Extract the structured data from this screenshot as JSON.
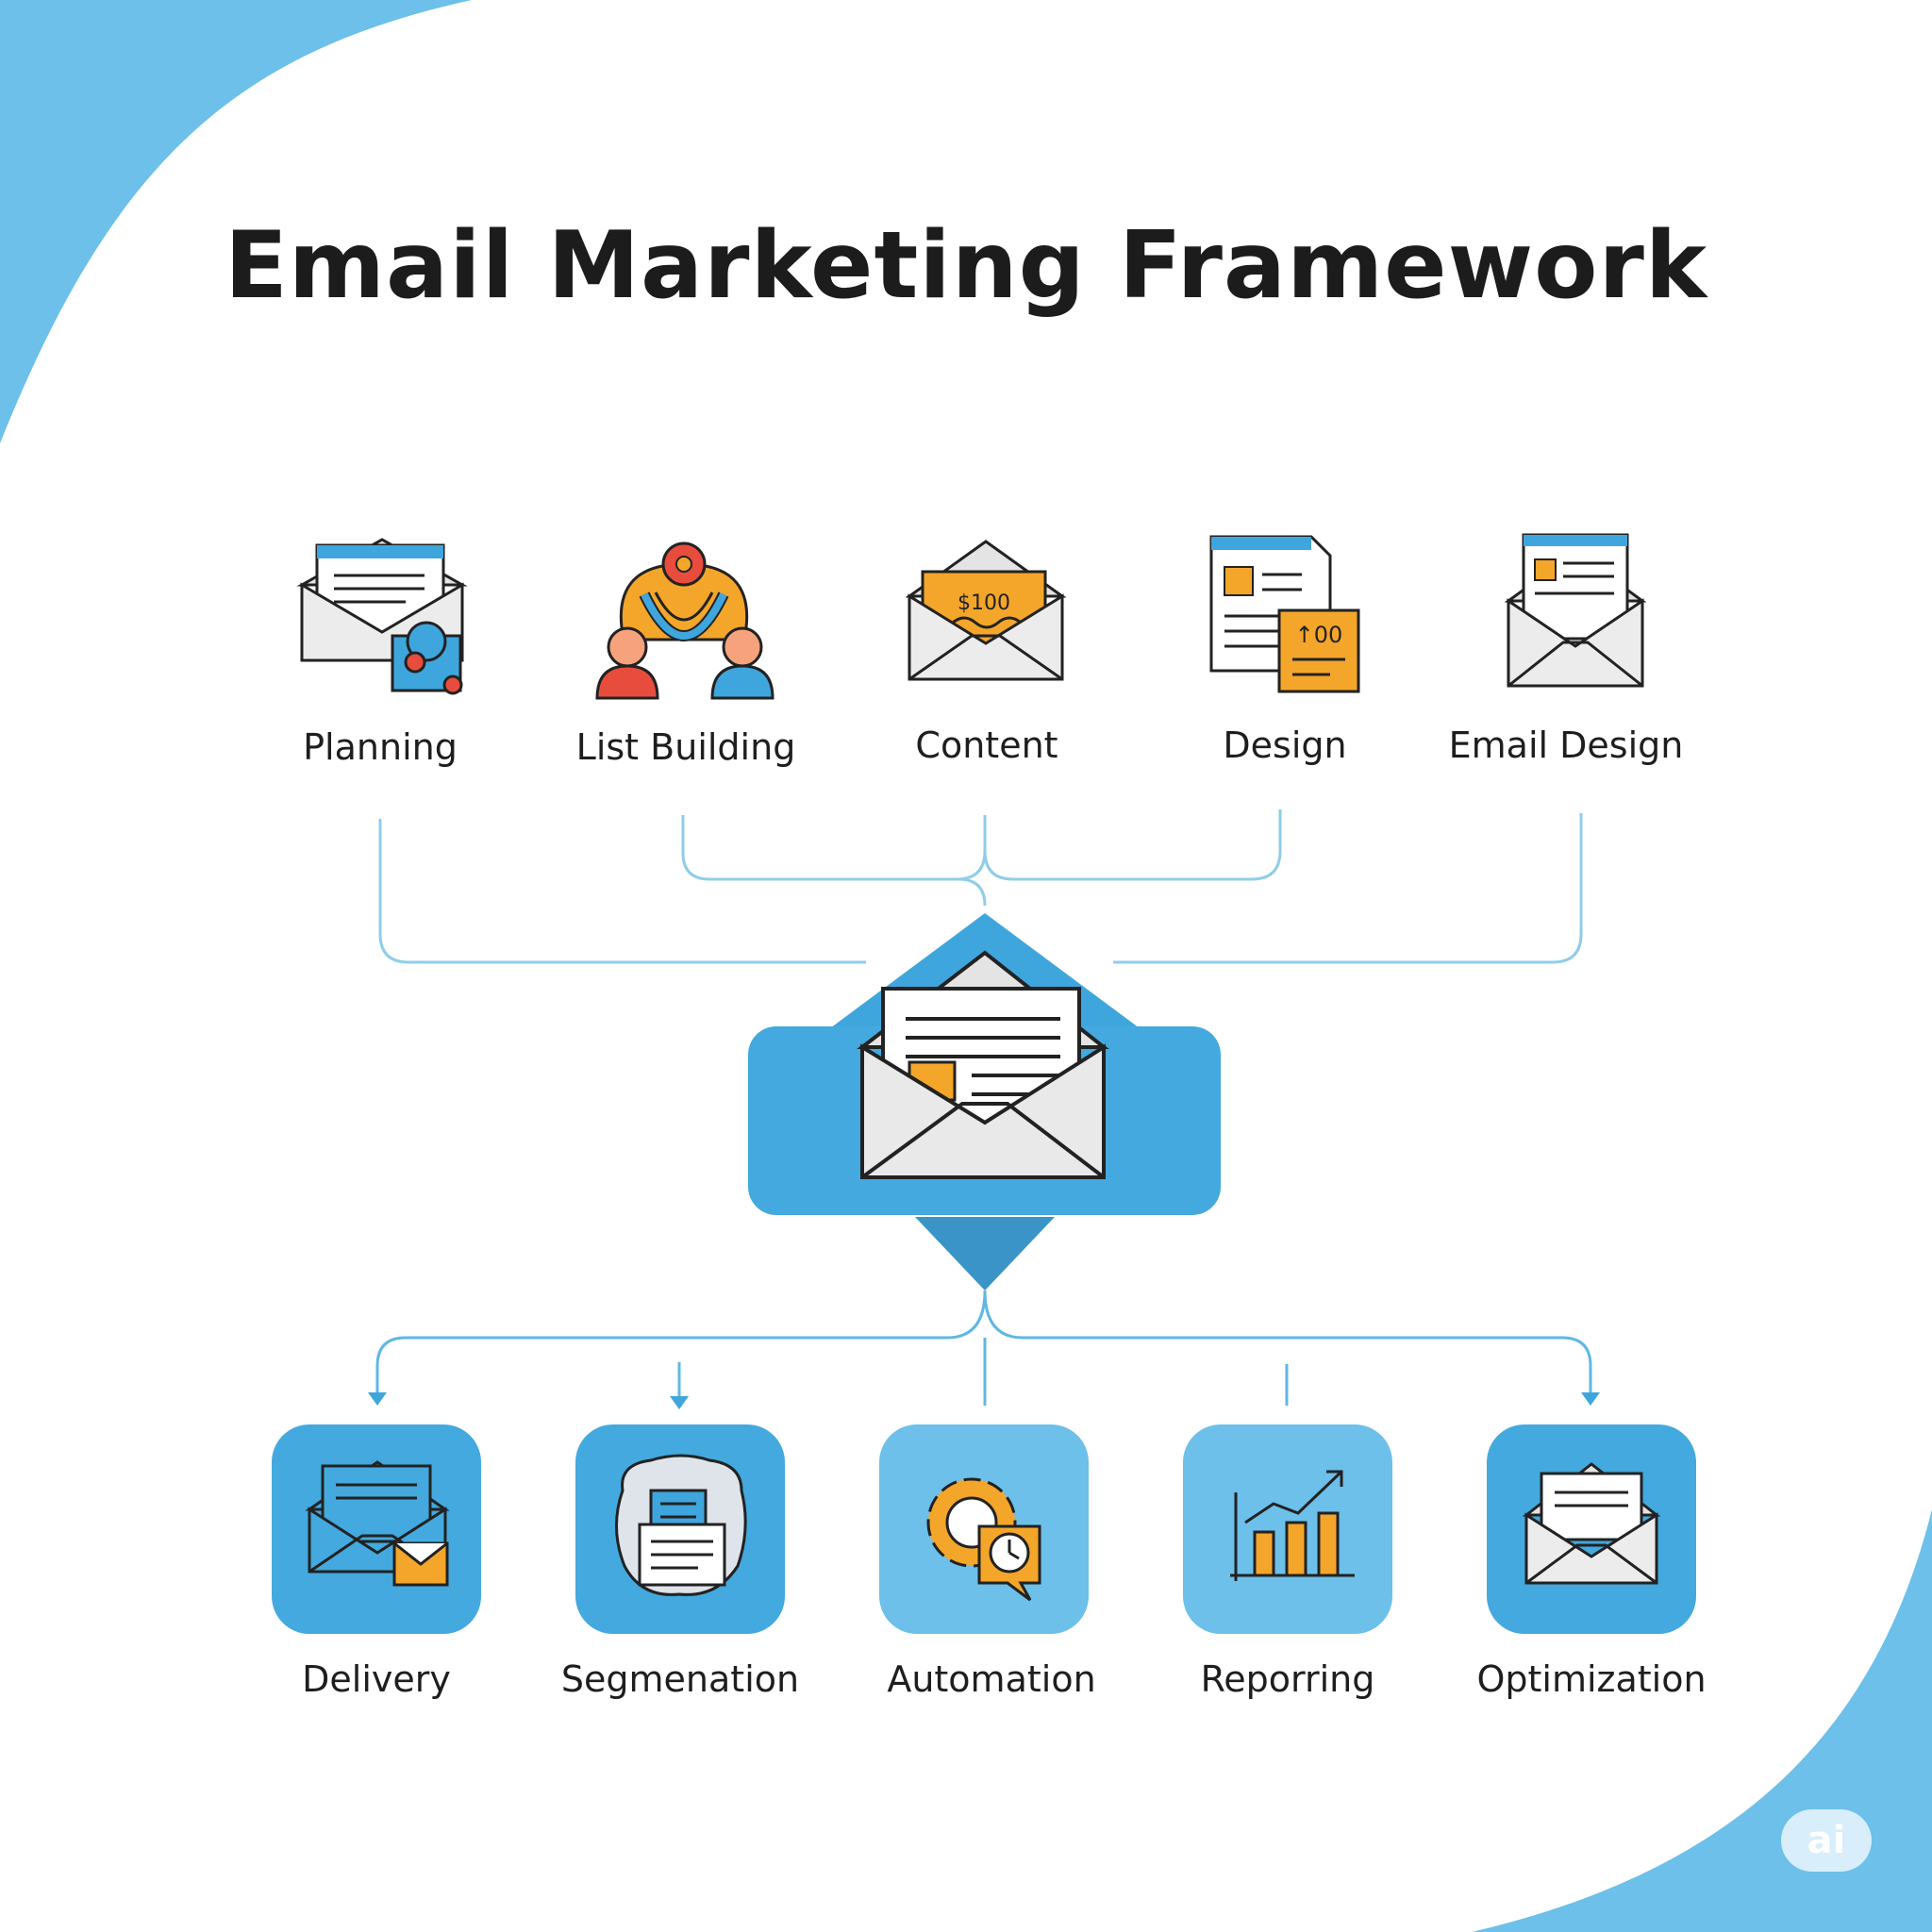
{
  "title": "Email Marketing Framework",
  "top_stages": [
    {
      "label": "Planning",
      "icon": "envelope-letter-icon"
    },
    {
      "label": "List Building",
      "icon": "audience-group-icon"
    },
    {
      "label": "Content",
      "icon": "envelope-content-icon"
    },
    {
      "label": "Design",
      "icon": "document-layout-icon"
    },
    {
      "label": "Email Design",
      "icon": "email-template-icon"
    }
  ],
  "hub": {
    "icon": "open-envelope-icon"
  },
  "bottom_stages": [
    {
      "label": "Delivery",
      "icon": "delivery-envelope-icon"
    },
    {
      "label": "Segmenation",
      "icon": "segmentation-icon"
    },
    {
      "label": "Automation",
      "icon": "automation-gear-icon"
    },
    {
      "label": "Reporring",
      "icon": "bar-chart-icon"
    },
    {
      "label": "Optimization",
      "icon": "optimization-envelope-icon"
    }
  ],
  "icon_glyphs": {
    "top_stage_6": "$100",
    "top_stage_4": "↑00"
  },
  "badge": "ai",
  "colors": {
    "accent": "#3fa6dd",
    "light_accent": "#6cc0ea",
    "orange": "#f4a62a",
    "red": "#e84c3d",
    "connector": "#8fcde9",
    "text": "#1c1c1c"
  }
}
